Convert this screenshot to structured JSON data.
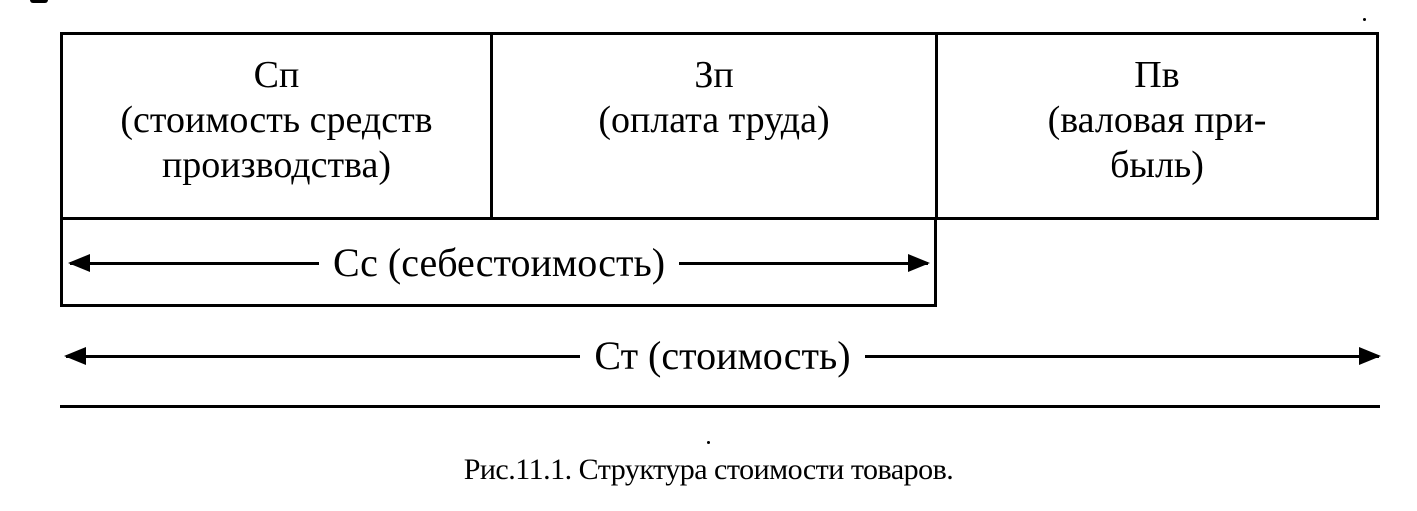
{
  "diagram": {
    "cells": [
      {
        "symbol": "Сп",
        "description_lines": [
          "(стоимость средств",
          "производства)"
        ]
      },
      {
        "symbol": "Зп",
        "description_lines": [
          "(оплата труда)"
        ]
      },
      {
        "symbol": "Пв",
        "description_lines": [
          "(валовая при-",
          "быль)"
        ]
      }
    ],
    "cost_label": "Сс (себестоимость)",
    "total_label": "Ст (стоимость)"
  },
  "caption": "Рис.11.1. Структура стоимости товаров."
}
